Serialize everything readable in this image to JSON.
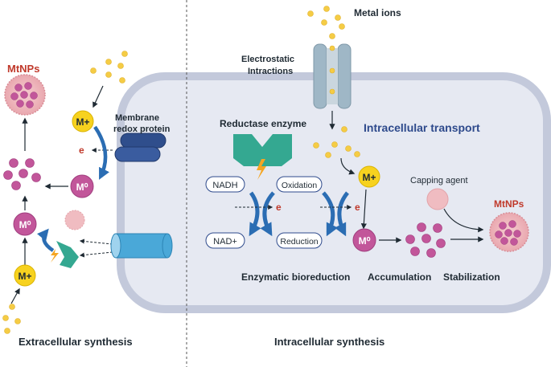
{
  "labels": {
    "metal_ions": "Metal ions",
    "electrostatic_line1": "Electrostatic",
    "electrostatic_line2": "Intractions",
    "membrane_line1": "Membrane",
    "membrane_line2": "redox protein",
    "mtnps_left": "MtNPs",
    "mtnps_right": "MtNPs",
    "reductase_enzyme": "Reductase enzyme",
    "intracellular_transport": "Intracellular transport",
    "capping_agent": "Capping agent",
    "nadh": "NADH",
    "oxidation": "Oxidation",
    "nad_plus": "NAD+",
    "reduction": "Reduction",
    "enzymatic_bioreduction": "Enzymatic bioreduction",
    "accumulation": "Accumulation",
    "stabilization": "Stabilization",
    "extracellular_synthesis": "Extracellular synthesis",
    "intracellular_synthesis": "Intracellular synthesis",
    "m_plus": "M+",
    "m_zero": "M⁰",
    "electron": "e"
  },
  "colors": {
    "cell_fill": "#e6e9f2",
    "cell_stroke": "#c3c9db",
    "ion_yellow": "#f5cc45",
    "m_plus_fill": "#f7d21f",
    "m_zero_fill": "#c2569a",
    "nanoparticle_pink": "#f0bcc1",
    "particle_magenta": "#c2569a",
    "arrow_blue": "#2b6db3",
    "enzyme_teal": "#34a891",
    "membrane_protein": "#2f4e8c",
    "transporter_channel": "#9fb7c6",
    "tube_blue": "#4aa8d8",
    "label_red": "#c0392b",
    "transport_label": "#2e4a8c",
    "bolt_orange": "#f5a623"
  }
}
